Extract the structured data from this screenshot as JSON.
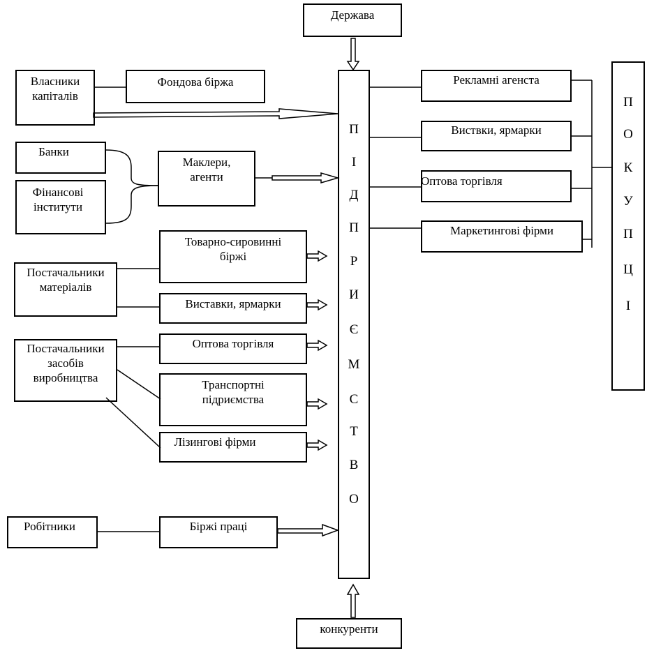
{
  "state": "Держава",
  "competitors": "конкуренти",
  "enterprise_letters": [
    "П",
    "І",
    "Д",
    "П",
    "Р",
    "И",
    "Є",
    "М",
    "С",
    "Т",
    "В",
    "О"
  ],
  "buyers_letters": [
    "П",
    "О",
    "К",
    "У",
    "П",
    "Ц",
    "І"
  ],
  "owners": "Власники\nкапіталів",
  "stock_exchange": "Фондова біржа",
  "banks": "Банки",
  "financial_institutions": "Фінансові\nінститути",
  "brokers": "Маклери,\nагенти",
  "supplies_materials": "Постачальники\nматеріалів",
  "supplies_means": "Постачальники\nзасобів\nвиробництва",
  "commodity_exchanges": "Товарно-сировинні\nбіржі",
  "exhibitions_left": "Виставки, ярмарки",
  "wholesale_left": "Оптова торгівля",
  "transport": "Транспортні\nпідриємства",
  "leasing": "Лізингові фірми",
  "workers": "Робітники",
  "labor_exchanges": "Біржі праці",
  "ad_agencies": "Рекламні агенста",
  "exhibitions_right": "Виствки, ярмарки",
  "wholesale_right": "Оптова торгівля",
  "marketing_firms": "Маркетингові фірми"
}
